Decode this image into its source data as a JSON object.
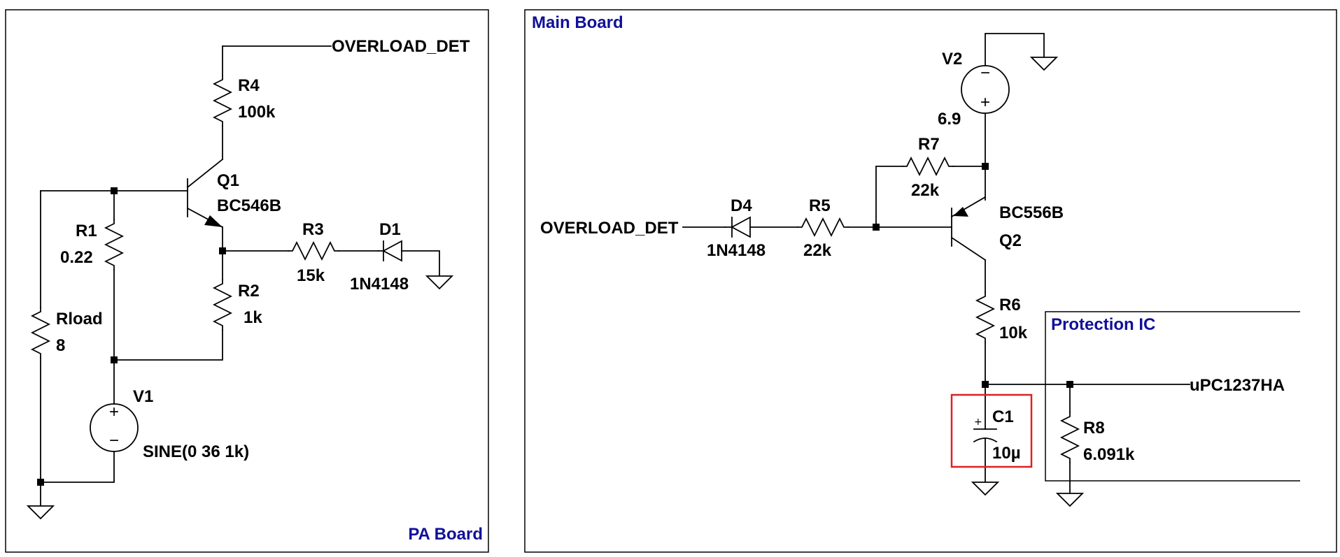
{
  "blocks": {
    "pa_board": "PA Board",
    "main_board": "Main Board",
    "protection_ic": "Protection IC"
  },
  "nets": {
    "overload_det_out": "OVERLOAD_DET",
    "overload_det_in": "OVERLOAD_DET",
    "upc": "uPC1237HA"
  },
  "components": {
    "R4": {
      "ref": "R4",
      "value": "100k"
    },
    "Q1": {
      "ref": "Q1",
      "value": "BC546B"
    },
    "R1": {
      "ref": "R1",
      "value": "0.22"
    },
    "R3": {
      "ref": "R3",
      "value": "15k"
    },
    "D1": {
      "ref": "D1",
      "value": "1N4148"
    },
    "R2": {
      "ref": "R2",
      "value": "1k"
    },
    "Rload": {
      "ref": "Rload",
      "value": "8"
    },
    "V1": {
      "ref": "V1",
      "value": "SINE(0 36 1k)"
    },
    "V2": {
      "ref": "V2",
      "value": "6.9"
    },
    "R7": {
      "ref": "R7",
      "value": "22k"
    },
    "D4": {
      "ref": "D4",
      "value": "1N4148"
    },
    "R5": {
      "ref": "R5",
      "value": "22k"
    },
    "Q2": {
      "ref": "Q2",
      "value": "BC556B"
    },
    "R6": {
      "ref": "R6",
      "value": "10k"
    },
    "C1": {
      "ref": "C1",
      "value": "10µ"
    },
    "R8": {
      "ref": "R8",
      "value": "6.091k"
    }
  },
  "highlight_color": "#e02020",
  "block_label_color": "#10109a"
}
